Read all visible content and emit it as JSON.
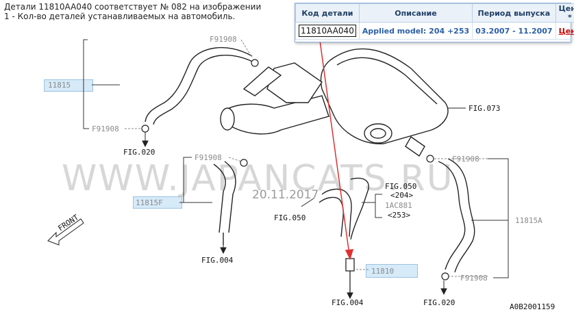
{
  "header": {
    "line1": "Детали 11810AA040 соответствует № 082 на изображении",
    "line2": "1 - Кол-во деталей устанавливаемых на автомобиль."
  },
  "popup": {
    "columns": [
      "Код детали",
      "Описание",
      "Период выпуска",
      "Цена *"
    ],
    "row": {
      "code": "11810AA040",
      "description": "Applied model: 204 +253",
      "period": "03.2007 - 11.2007",
      "price": "Цена"
    }
  },
  "diagram": {
    "labels": {
      "f91908_a": "F91908",
      "f91908_b": "F91908",
      "f91908_c": "F91908",
      "f91908_d": "F91908",
      "f91908_e": "F91908",
      "p11815": "11815",
      "p11815f": "11815F",
      "p11815a": "11815A",
      "p11810": "11810",
      "p1ac881": "1AC881",
      "v204": "<204>",
      "v253": "<253>",
      "fig073": "FIG.073",
      "fig020_a": "FIG.020",
      "fig020_b": "FIG.020",
      "fig050_a": "FIG.050",
      "fig050_b": "FIG.050",
      "fig004_a": "FIG.004",
      "fig004_b": "FIG.004",
      "front": "FRONT",
      "diagram_id": "A0B2001159"
    },
    "watermark": "WWW.JAPANCATS.RU",
    "watermark_date": "20.11.2017"
  },
  "colors": {
    "accent_blue": "#2a5fa8",
    "price_red": "#cc0000",
    "highlight": "#d6eaf8",
    "arrow_red": "#e03030"
  }
}
